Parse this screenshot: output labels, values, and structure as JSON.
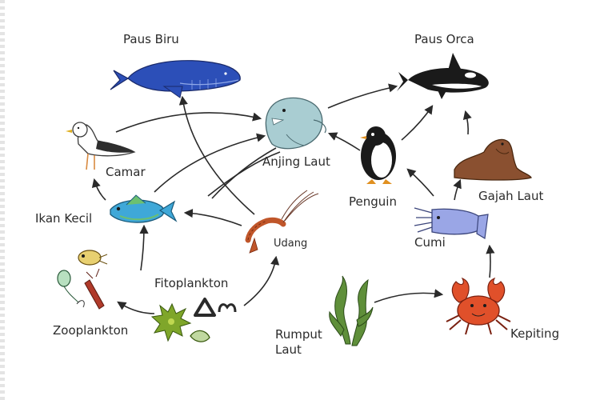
{
  "labels": {
    "paus_biru": "Paus Biru",
    "paus_orca": "Paus Orca",
    "anjing_laut": "Anjing Laut",
    "camar": "Camar",
    "penguin": "Penguin",
    "gajah_laut": "Gajah Laut",
    "ikan_kecil": "Ikan Kecil",
    "udang": "Udang",
    "cumi": "Cumi",
    "fitoplankton": "Fitoplankton",
    "zooplankton": "Zooplankton",
    "rumput_laut": "Rumput Laut",
    "kepiting": "Kepiting"
  },
  "icons": [
    "blue-whale-icon",
    "orca-icon",
    "seal-icon",
    "seagull-icon",
    "penguin-icon",
    "elephant-seal-icon",
    "small-fish-icon",
    "shrimp-icon",
    "squid-icon",
    "phytoplankton-icon",
    "zooplankton-icon",
    "seaweed-icon",
    "crab-icon"
  ],
  "colors": {
    "blue_whale": "#2c4fb8",
    "orca": "#1a1a1a",
    "seal": "#a9cdd2",
    "fish": "#3fa8d8",
    "shrimp": "#c0562a",
    "squid": "#9aa6e6",
    "elephant_seal": "#8a5030",
    "phytoplankton": "#7fa62a",
    "seaweed": "#5f8f3a",
    "crab": "#e0502a",
    "arrow": "#2a2a2a"
  }
}
